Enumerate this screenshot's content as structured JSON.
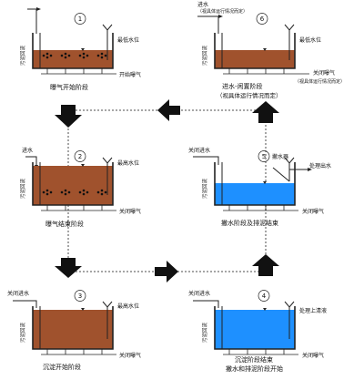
{
  "panels": [
    {
      "step": "1",
      "caption": "曝气开始阶段",
      "caption2": "",
      "water": "brown",
      "level": "min",
      "bubbles": true,
      "labels": {
        "inlet": "",
        "level": "最低水位",
        "aeration": "开始曝气",
        "extra": "",
        "vertical": "污泥回流"
      }
    },
    {
      "step": "2",
      "caption": "曝气结束阶段",
      "caption2": "",
      "water": "brown",
      "level": "max",
      "bubbles": true,
      "labels": {
        "inlet": "进水",
        "level": "最高水位",
        "aeration": "关闭曝气",
        "extra": "",
        "vertical": "污泥回流"
      }
    },
    {
      "step": "3",
      "caption": "沉淀开始阶段",
      "caption2": "",
      "water": "brown",
      "level": "max",
      "bubbles": false,
      "labels": {
        "inlet": "关闭进水",
        "level": "最高水位",
        "aeration": "关闭曝气",
        "extra": "",
        "vertical": "污泥回流"
      }
    },
    {
      "step": "4",
      "caption": "沉淀阶段结束",
      "caption2": "撇水和排泥阶段开始",
      "water": "blue",
      "level": "max",
      "bubbles": false,
      "labels": {
        "inlet": "关闭进水",
        "level": "处理上清液",
        "aeration": "关闭曝气",
        "extra": "",
        "vertical": "污泥回流"
      }
    },
    {
      "step": "5",
      "caption": "撇水阶段及排泥结束",
      "caption2": "",
      "water": "blue",
      "level": "mid",
      "bubbles": false,
      "labels": {
        "inlet": "关闭进水",
        "level": "处理出水",
        "aeration": "关闭曝气",
        "extra": "撇水器",
        "vertical": "污泥回流"
      }
    },
    {
      "step": "6",
      "caption": "进水-闲置阶段",
      "caption2": "（视具体运行情况而定）",
      "water": "brown",
      "level": "min",
      "bubbles": false,
      "labels": {
        "inlet": "进水",
        "inlet_note": "（视具体运行情况而定）",
        "level": "最低水位",
        "aeration": "关闭曝气",
        "aeration_note": "（视具体运行情况而定）",
        "extra": "",
        "vertical": "污泥回流"
      }
    }
  ],
  "colors": {
    "brown": "#a0522d",
    "blue": "#1e90ff",
    "tank": "#222222",
    "arrow": "#111111",
    "dotted": "#888888"
  }
}
